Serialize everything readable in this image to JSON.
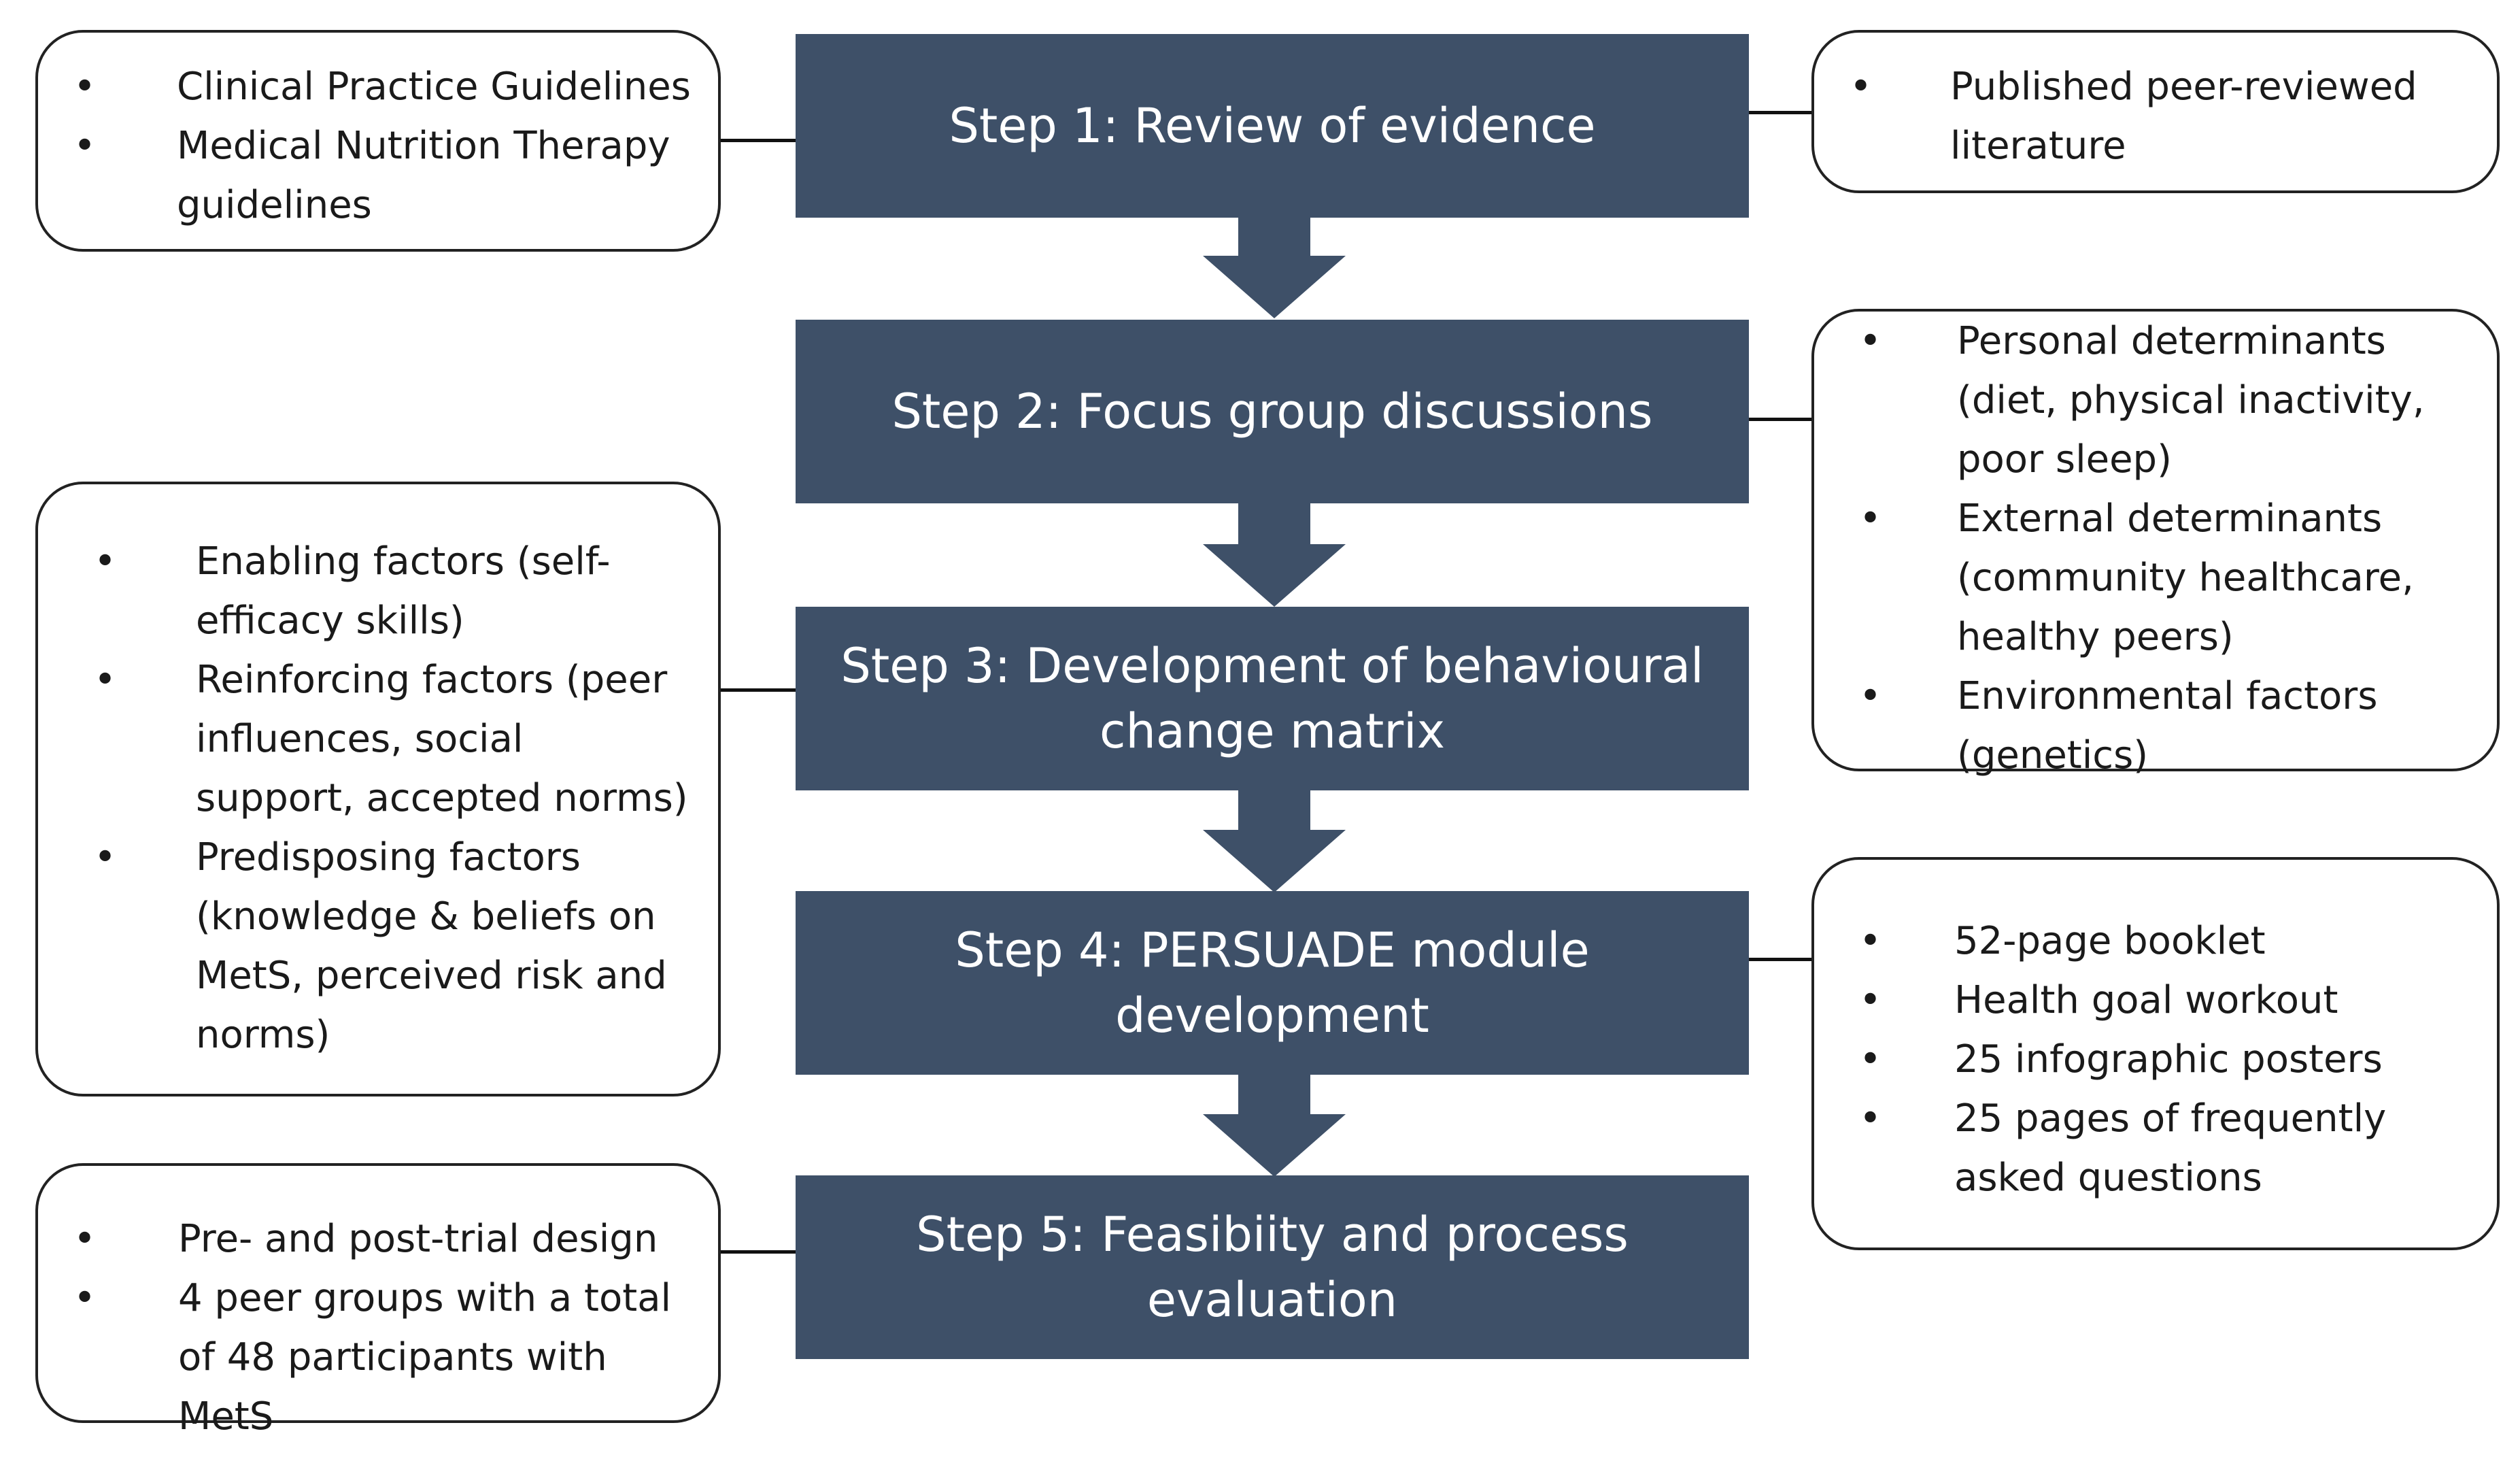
{
  "steps": [
    {
      "label": "Step 1: Review of evidence"
    },
    {
      "label": "Step 2: Focus group discussions"
    },
    {
      "label": "Step 3: Development of behavioural change matrix"
    },
    {
      "label": "Step 4: PERSUADE module development"
    },
    {
      "label": "Step 5: Feasibiity and process evaluation"
    }
  ],
  "notes": {
    "step1_left": {
      "items": [
        "Clinical Practice Guidelines",
        "Medical Nutrition Therapy guidelines"
      ]
    },
    "step1_right": {
      "items": [
        "Published peer-reviewed literature"
      ]
    },
    "step2_right": {
      "items": [
        "Personal determinants (diet, physical inactivity, poor sleep)",
        "External determinants (community healthcare, healthy peers)",
        "Environmental factors (genetics)"
      ]
    },
    "step3_left": {
      "items": [
        "Enabling factors (self-efficacy skills)",
        "Reinforcing factors (peer influences, social support, accepted norms)",
        "Predisposing factors (knowledge & beliefs on MetS, perceived risk and norms)"
      ]
    },
    "step4_right": {
      "items": [
        "52-page booklet",
        "Health goal workout",
        "25 infographic posters",
        "25 pages of frequently asked questions"
      ]
    },
    "step5_left": {
      "items": [
        "Pre- and post-trial design",
        "4 peer groups with a total of 48 participants with MetS"
      ]
    }
  },
  "colors": {
    "step_fill": "#3e5068",
    "step_text": "#ffffff",
    "note_border": "#222222"
  }
}
